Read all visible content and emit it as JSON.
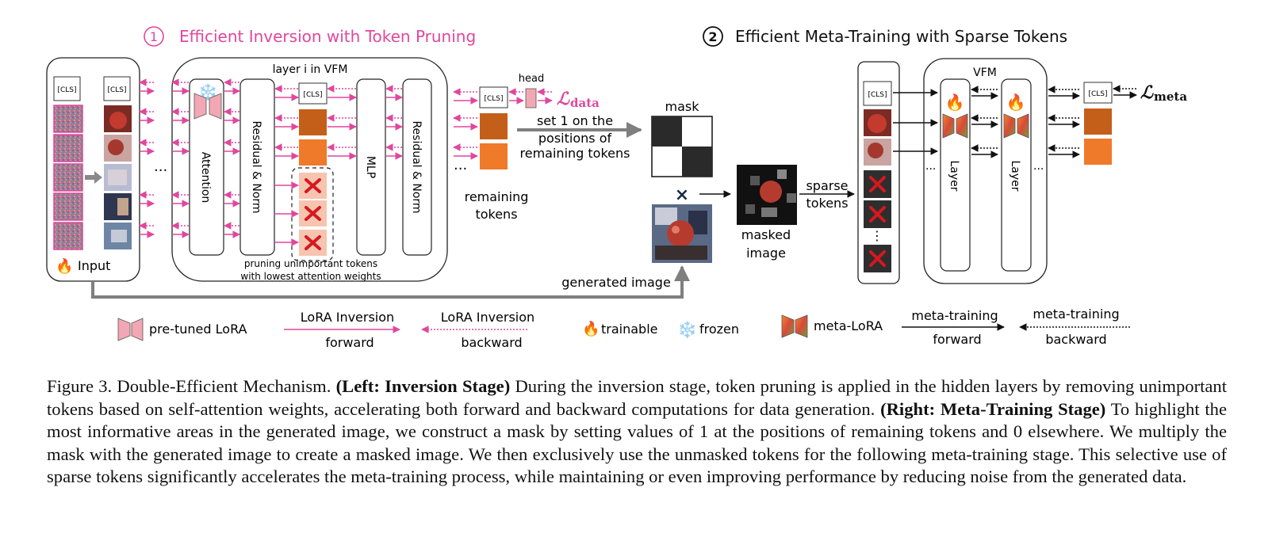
{
  "diagram": {
    "left_title_num": "1",
    "left_title": "Efficient Inversion with Token Pruning",
    "right_title_num": "2",
    "right_title": "Efficient Meta-Training with Sparse Tokens",
    "cls": "[CLS]",
    "input_label": "Input",
    "layer_title": "layer i in VFM",
    "attention": "Attention",
    "residual_norm": "Residual & Norm",
    "mlp": "MLP",
    "pruning_line1": "pruning unimportant tokens",
    "pruning_line2": "with lowest attention weights",
    "head": "head",
    "loss_data_symbol": "ℒ",
    "loss_data_sub": "data",
    "remaining_line1": "remaining",
    "remaining_line2": "tokens",
    "set_line1": "set 1 on the",
    "set_line2": "positions of",
    "set_line3": "remaining tokens",
    "mask": "mask",
    "times": "×",
    "masked_line1": "masked",
    "masked_line2": "image",
    "sparse_line1": "sparse",
    "sparse_line2": "tokens",
    "generated_image": "generated image",
    "vfm": "VFM",
    "layer": "Layer",
    "loss_meta_symbol": "ℒ",
    "loss_meta_sub": "meta",
    "dots": "···",
    "vdots": "⋮"
  },
  "legend": {
    "pretuned": "pre-tuned LoRA",
    "lora_inv_top": "LoRA Inversion",
    "forward": "forward",
    "backward": "backward",
    "trainable": "trainable",
    "frozen": "frozen",
    "meta_lora": "meta-LoRA",
    "meta_training": "meta-training"
  },
  "caption": {
    "label": "Figure 3. Double-Efficient Mechanism.",
    "left_bold": "(Left: Inversion Stage)",
    "left_text": "During the inversion stage, token pruning is applied in the hidden layers by removing unimportant tokens based on self-attention weights, accelerating both forward and backward computations for data generation.",
    "right_bold": "(Right: Meta-Training Stage)",
    "right_text": "To highlight the most informative areas in the generated image, we construct a mask by setting values of 1 at the positions of remaining tokens and 0 elsewhere. We multiply the mask with the generated image to create a masked image. We then exclusively use the unmasked tokens for the following meta-training stage. This selective use of sparse tokens significantly accelerates the meta-training process, while maintaining or even improving performance by reducing noise from the generated data."
  },
  "colors": {
    "magenta": "#e0479e",
    "dark_orange": "#c45f1a",
    "orange": "#ef7a2a",
    "pink": "#f2a8b4",
    "red": "#d6181f",
    "gray": "#7f7f7f"
  }
}
